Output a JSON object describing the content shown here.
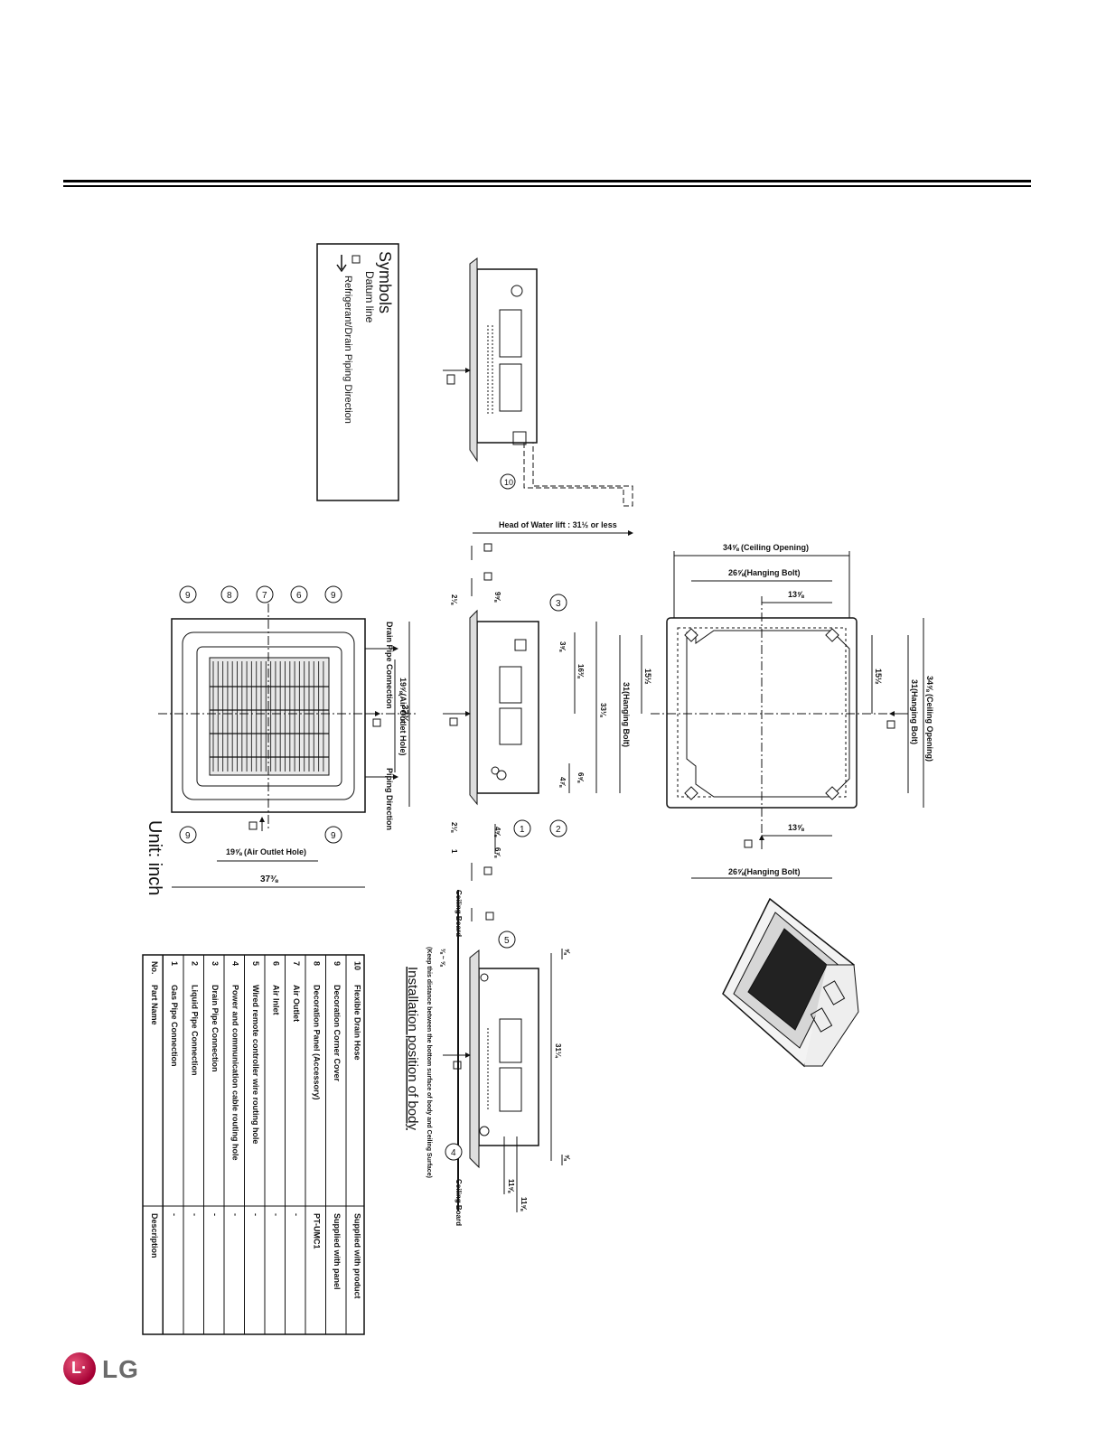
{
  "symbols": {
    "title": "Symbols",
    "datum": "Datum line",
    "direction": "Refrigerant/Drain Piping Direction"
  },
  "unit": "Unit: inch",
  "side_view": {
    "water_lift": "Head of Water lift : 31½ or less",
    "callout": "10"
  },
  "front_view": {
    "callouts": [
      "9",
      "8",
      "7",
      "6",
      "9",
      "9",
      "9"
    ],
    "drain_pipe": "Drain Pipe Connection",
    "piping_dir": "Piping Direction",
    "air_outlet_v": "19⅝(Air Outlet Hole)",
    "air_outlet_h": "19⅝ (Air Outlet Hole)",
    "dim_v": "37⅜",
    "dim_h": "37⅜"
  },
  "top_view": {
    "callouts": [
      "3",
      "1",
      "2"
    ],
    "dims": [
      "2⅛",
      "9⅝",
      "3⅝",
      "16⅜",
      "33⅛",
      "6⅝",
      "4⅞",
      "4⅝",
      "2⅛",
      "6⅞",
      "1"
    ]
  },
  "ceiling": {
    "opening_top": "34⅝ (Ceiling Opening)",
    "bolt_top": "26⅝(Hanging Bolt)",
    "half_top": "13⅝",
    "half_bottom": "13⅝",
    "bolt_bottom": "26⅝(Hanging Bolt)",
    "left_bolt": "31(Hanging Bolt)",
    "left_half": "15½",
    "right_half": "15½",
    "right_bolt": "31(Hanging Bolt)",
    "right_opening": "34⅝ (Ceiling Opening)"
  },
  "install": {
    "title": "Installation position of body",
    "note": "(Keep this distance between the bottom surface of body and Ceiling Surface)",
    "note_dim": "⅜ ~ ⅝",
    "ceiling_board": "Ceiling Board",
    "callouts": [
      "5",
      "4"
    ],
    "dims": [
      "31¼",
      "11⅝",
      "11⅝",
      "⅝",
      "⅝"
    ]
  },
  "parts_table": {
    "headers": {
      "no": "No.",
      "name": "Part Name",
      "desc": "Description"
    },
    "rows": [
      {
        "no": "1",
        "name": "Gas Pipe Connection",
        "desc": "-"
      },
      {
        "no": "2",
        "name": "Liquid Pipe Connection",
        "desc": "-"
      },
      {
        "no": "3",
        "name": "Drain Pipe Connection",
        "desc": "-"
      },
      {
        "no": "4",
        "name": "Power and communication cable routing hole",
        "desc": "-"
      },
      {
        "no": "5",
        "name": "Wired remote controller wire routing hole",
        "desc": "-"
      },
      {
        "no": "6",
        "name": "Air Inlet",
        "desc": "-"
      },
      {
        "no": "7",
        "name": "Air Outlet",
        "desc": "-"
      },
      {
        "no": "8",
        "name": "Decoration Panel (Accessory)",
        "desc": "PT-UMC1"
      },
      {
        "no": "9",
        "name": "Decoration Corner Cover",
        "desc": "Supplied with panel"
      },
      {
        "no": "10",
        "name": "Flexible Drain Hose",
        "desc": "Supplied with product"
      }
    ]
  },
  "brand": "LG",
  "colors": {
    "brand": "#a50034",
    "line": "#111111"
  }
}
